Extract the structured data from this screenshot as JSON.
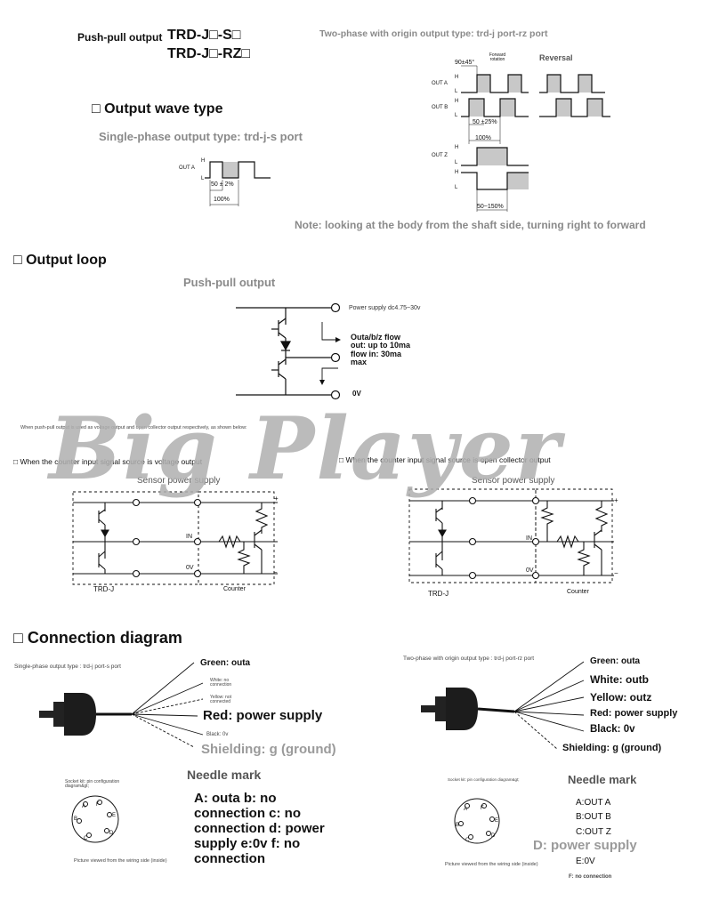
{
  "header": {
    "push_pull_label": "Push-pull output",
    "model_s": "TRD-J□-S□",
    "model_rz": "TRD-J□-RZ□",
    "two_phase_title": "Two-phase with origin output type: trd-j port-rz port"
  },
  "wave": {
    "section_title": "□ Output wave type",
    "single_phase_title": "Single-phase output type: trd-j-s port",
    "out_a_single": "OUT A",
    "h": "H",
    "l": "L",
    "tol_single": "50 ± 2%",
    "pct_100": "100%",
    "phase_shift": "90±45°",
    "forward_rotation": "Forward rotation",
    "reversal": "Reversal",
    "out_a": "OUT A",
    "out_b": "OUT B",
    "out_z": "OUT Z",
    "tol_two": "50 ±25%",
    "z_width": "50~150%",
    "note": "Note: looking at the body from the shaft side, turning right to forward"
  },
  "loop": {
    "section_title": "□ Output loop",
    "push_pull_title": "Push-pull output",
    "power_supply": "Power supply dc4.75~30v",
    "flow_text": "Outa/b/z flow out: up to 10ma flow in: 30ma max",
    "zero_v": "0V",
    "usage_note": "When push-pull output is used as voltage output and open collector output respectively, as shown below:",
    "voltage_title": "□ When the counter input signal source is voltage output",
    "oc_title": "□ When the counter input signal source is open collector output",
    "sensor_supply": "Sensor power supply",
    "plus": "+",
    "minus": "−",
    "in_label": "IN",
    "ov_label": "0V",
    "trd_j": "TRD-J",
    "counter": "Counter"
  },
  "connection": {
    "section_title": "□ Connection diagram",
    "left": {
      "subtitle": "Single-phase output type : trd-j port-s port",
      "green": "Green: outa",
      "white": "White: no connection",
      "yellow": "Yellow: not connected",
      "red": "Red: power supply",
      "black": "Black: 0v",
      "shield": "Shielding: g (ground)",
      "needle_mark": "Needle mark",
      "socket_note": "Socket kit: pin configuration diagram&gt;",
      "pin_desc": "A: outa b: no connection c: no connection d: power supply e:0v f: no connection",
      "viewed_from": "Picture viewed from the wiring side (inside)"
    },
    "right": {
      "subtitle": "Two-phase with origin output type : trd-j port-rz port",
      "green": "Green: outa",
      "white": "White: outb",
      "yellow": "Yellow: outz",
      "red": "Red: power supply",
      "black": "Black: 0v",
      "shield": "Shielding: g (ground)",
      "needle_mark": "Needle mark",
      "socket_note": "Socket kit: pin configuration diagram&gt;",
      "pin_a": "A:OUT A",
      "pin_b": "B:OUT B",
      "pin_c": "C:OUT Z",
      "pin_d": "D: power supply",
      "pin_e": "E:0V",
      "pin_f": "F: no connection",
      "viewed_from": "Picture viewed from the wiring side (inside)"
    }
  },
  "watermark": "Big Player"
}
